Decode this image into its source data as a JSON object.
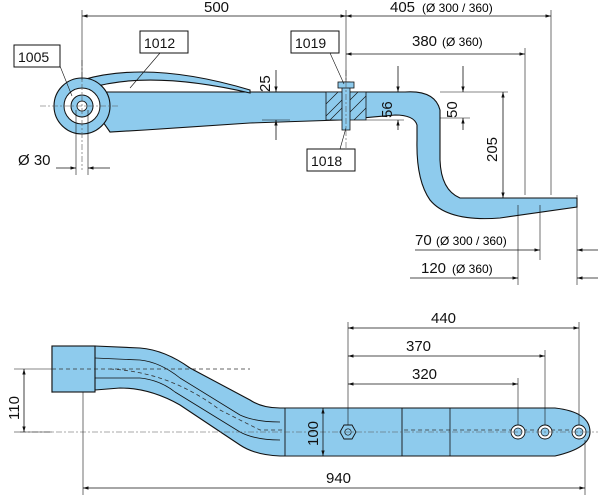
{
  "parts": {
    "p1005": "1005",
    "p1012": "1012",
    "p1019": "1019",
    "p1018": "1018"
  },
  "dims_side": {
    "len_500": "500",
    "len_405_a": "405",
    "len_405_b": "(Ø 300 / 360)",
    "len_380_a": "380",
    "len_380_b": "(Ø 360)",
    "h_25": "25",
    "h_56": "56",
    "h_50": "50",
    "h_205": "205",
    "dia_30": "Ø 30",
    "len_70_a": "70",
    "len_70_b": "(Ø 300 / 360)",
    "len_120_a": "120",
    "len_120_b": "(Ø 360)"
  },
  "dims_top": {
    "len_440": "440",
    "len_370": "370",
    "len_320": "320",
    "w_110": "110",
    "w_100": "100",
    "len_940": "940"
  },
  "colors": {
    "part_fill": "#8ecbed",
    "line": "#111111",
    "background": "#ffffff"
  }
}
